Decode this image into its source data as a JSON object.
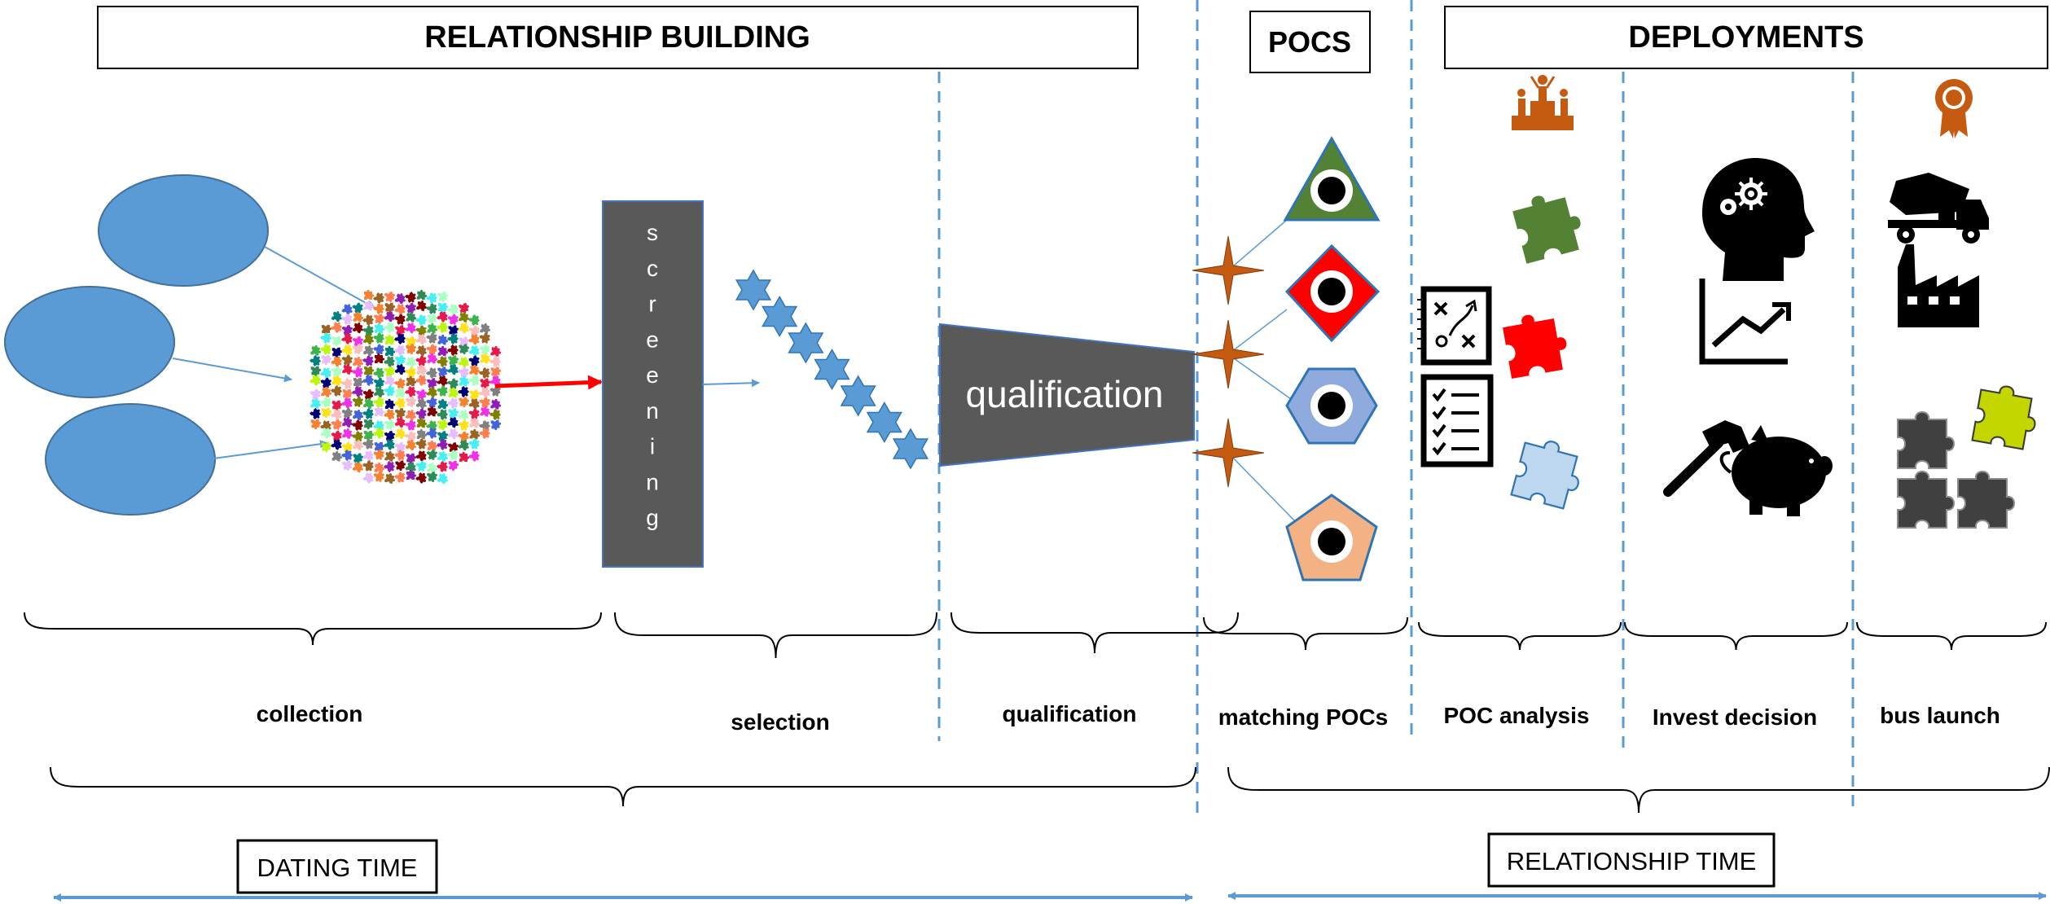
{
  "headers": {
    "relationship_building": "RELATIONSHIP BUILDING",
    "pocs": "POCS",
    "deployments": "DEPLOYMENTS"
  },
  "screening_label": "screening",
  "qualification_shape_label": "qualification",
  "stages": {
    "collection": "collection",
    "selection": "selection",
    "qualification": "qualification",
    "matching_pocs": "matching POCs",
    "poc_analysis": "POC analysis",
    "invest_decision": "Invest decision",
    "bus_launch": "bus launch"
  },
  "timeline": {
    "dating_time": "DATING TIME",
    "relationship_time": "RELATIONSHIP TIME"
  },
  "colors": {
    "blue": "#5b9bd5",
    "dark_gray": "#595959",
    "orange": "#c55a11",
    "green": "#548235",
    "red": "#ff0000",
    "light_blue": "#8faadc",
    "peach": "#f4b183",
    "pale_blue": "#bdd7ee",
    "lime": "#c4d600"
  },
  "icons": [
    "podium-icon",
    "award-ribbon-icon",
    "puzzle-piece-icon",
    "strategy-board-icon",
    "checklist-icon",
    "head-gears-icon",
    "growth-chart-icon",
    "hammer-icon",
    "piggy-bank-icon",
    "cement-truck-icon",
    "factory-icon",
    "star-icon"
  ]
}
